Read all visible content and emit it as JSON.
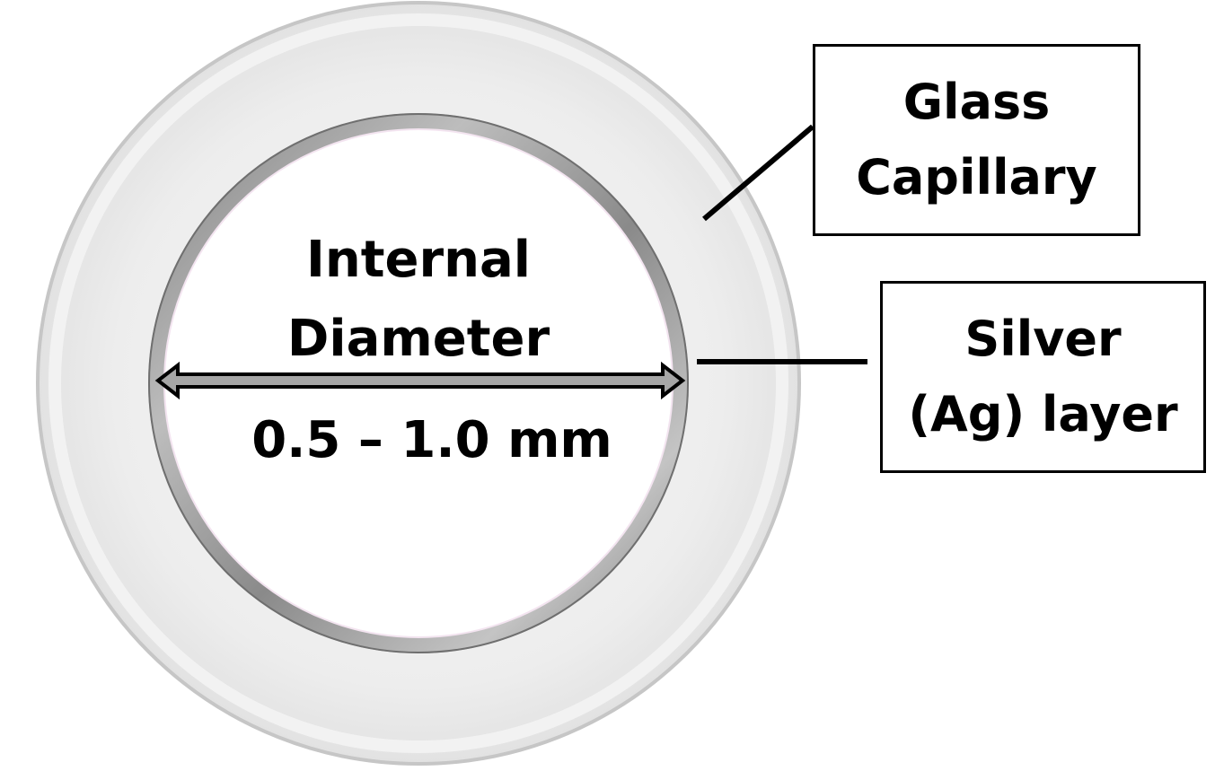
{
  "diagram": {
    "center_label_line1": "Internal",
    "center_label_line2": "Diameter",
    "dimension_value": "0.5 – 1.0 mm",
    "callout_glass_line1": "Glass",
    "callout_glass_line2": "Capillary",
    "callout_silver_line1": "Silver",
    "callout_silver_line2": "(Ag) layer"
  },
  "colors": {
    "glass_fill": "#ebebeb",
    "glass_edge": "#c8c8c8",
    "silver_band": "#8c8c8c",
    "silver_highlight": "#bdbdbd",
    "arrow_fill": "#a6a6a6",
    "text": "#000000"
  }
}
